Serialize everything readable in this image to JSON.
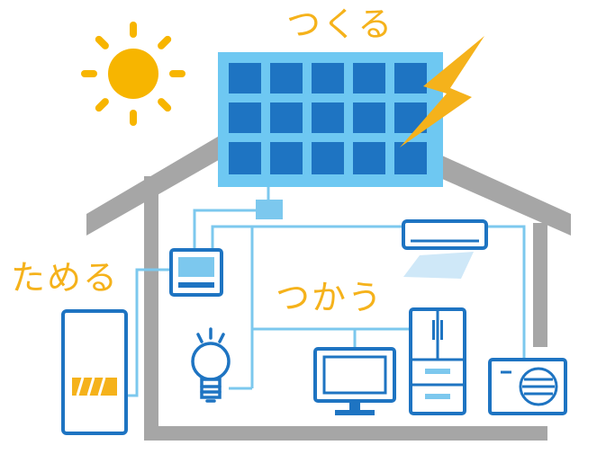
{
  "labels": {
    "make": "つくる",
    "store": "ためる",
    "use": "つかう"
  },
  "colors": {
    "accent_yellow": "#F5B21B",
    "sun": "#F7B500",
    "lightning": "#F5B21B",
    "house_gray": "#A6A6A6",
    "line_blue": "#7CC8EE",
    "panel_blue": "#1E74C2",
    "panel_frame": "#6EC8F2",
    "device_outline": "#1E74C2"
  },
  "icons": [
    "sun-icon",
    "solar-panel-icon",
    "lightning-icon",
    "house-icon",
    "power-conditioner-icon",
    "air-conditioner-icon",
    "storage-battery-icon",
    "light-bulb-icon",
    "tv-icon",
    "refrigerator-icon",
    "outdoor-unit-icon"
  ]
}
